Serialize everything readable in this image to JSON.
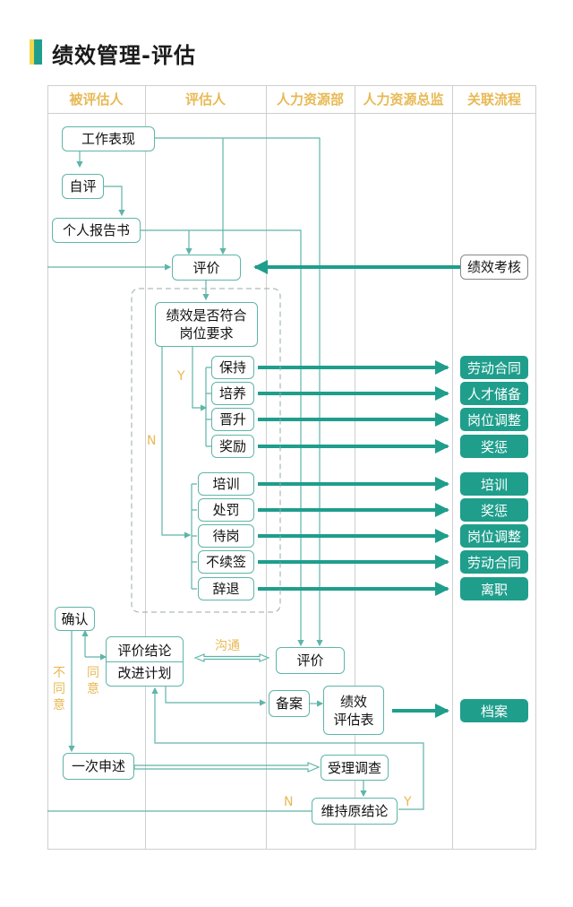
{
  "title": "绩效管理-评估",
  "colors": {
    "accent_teal": "#1f9e8c",
    "line_teal": "#5fb5a9",
    "label_gold": "#e8b954",
    "title_yellow": "#f2d64b"
  },
  "columns": [
    "被评估人",
    "评估人",
    "人力资源部",
    "人力资源总监",
    "关联流程"
  ],
  "nodes": {
    "work_performance": "工作表现",
    "self_eval": "自评",
    "personal_report": "个人报告书",
    "evaluate": "评价",
    "kpi_review": "绩效考核",
    "meets_req": "绩效是否符合岗位要求",
    "meets_req_line1": "绩效是否符合",
    "meets_req_line2": "岗位要求",
    "yes_outcomes": [
      "保持",
      "培养",
      "晋升",
      "奖励"
    ],
    "no_outcomes": [
      "培训",
      "处罚",
      "待岗",
      "不续签",
      "辞退"
    ],
    "confirm": "确认",
    "conclusion_line1": "评价结论",
    "conclusion_line2": "改进计划",
    "hr_evaluate": "评价",
    "filing": "备案",
    "eval_form_line1": "绩效",
    "eval_form_line2": "评估表",
    "first_appeal": "一次申述",
    "investigate": "受理调查",
    "maintain": "维持原结论"
  },
  "related_processes": {
    "yes": [
      "劳动合同",
      "人才储备",
      "岗位调整",
      "奖惩"
    ],
    "no": [
      "培训",
      "奖惩",
      "岗位调整",
      "劳动合同",
      "离职"
    ],
    "archive": "档案"
  },
  "labels": {
    "yes": "Y",
    "no": "N",
    "communicate": "沟通",
    "agree_1": "同",
    "agree_2": "意",
    "disagree_1": "不",
    "disagree_2": "同",
    "disagree_3": "意",
    "maintain_no": "N",
    "maintain_yes": "Y"
  }
}
